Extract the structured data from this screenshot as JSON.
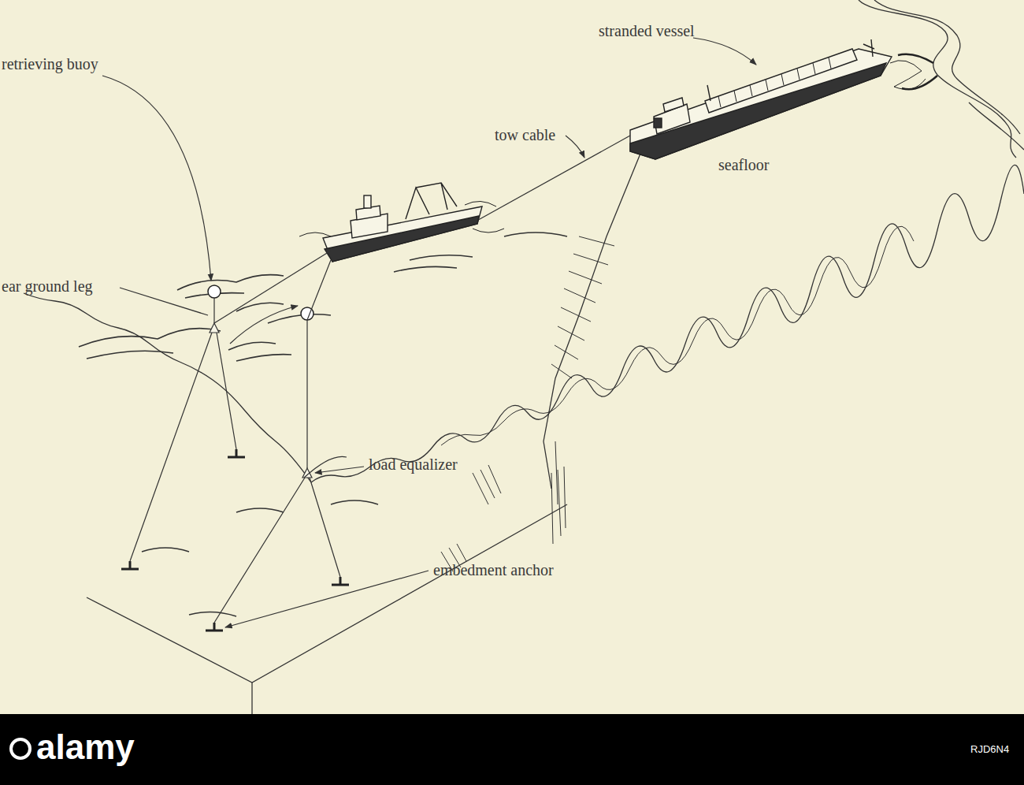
{
  "diagram": {
    "labels": [
      "stranded vessel",
      "tow cable",
      "seafloor",
      "retrieving buoy",
      "ear ground leg",
      "load equalizer",
      "embedment anchor",
      "alamy",
      "RJD6N4"
    ]
  }
}
